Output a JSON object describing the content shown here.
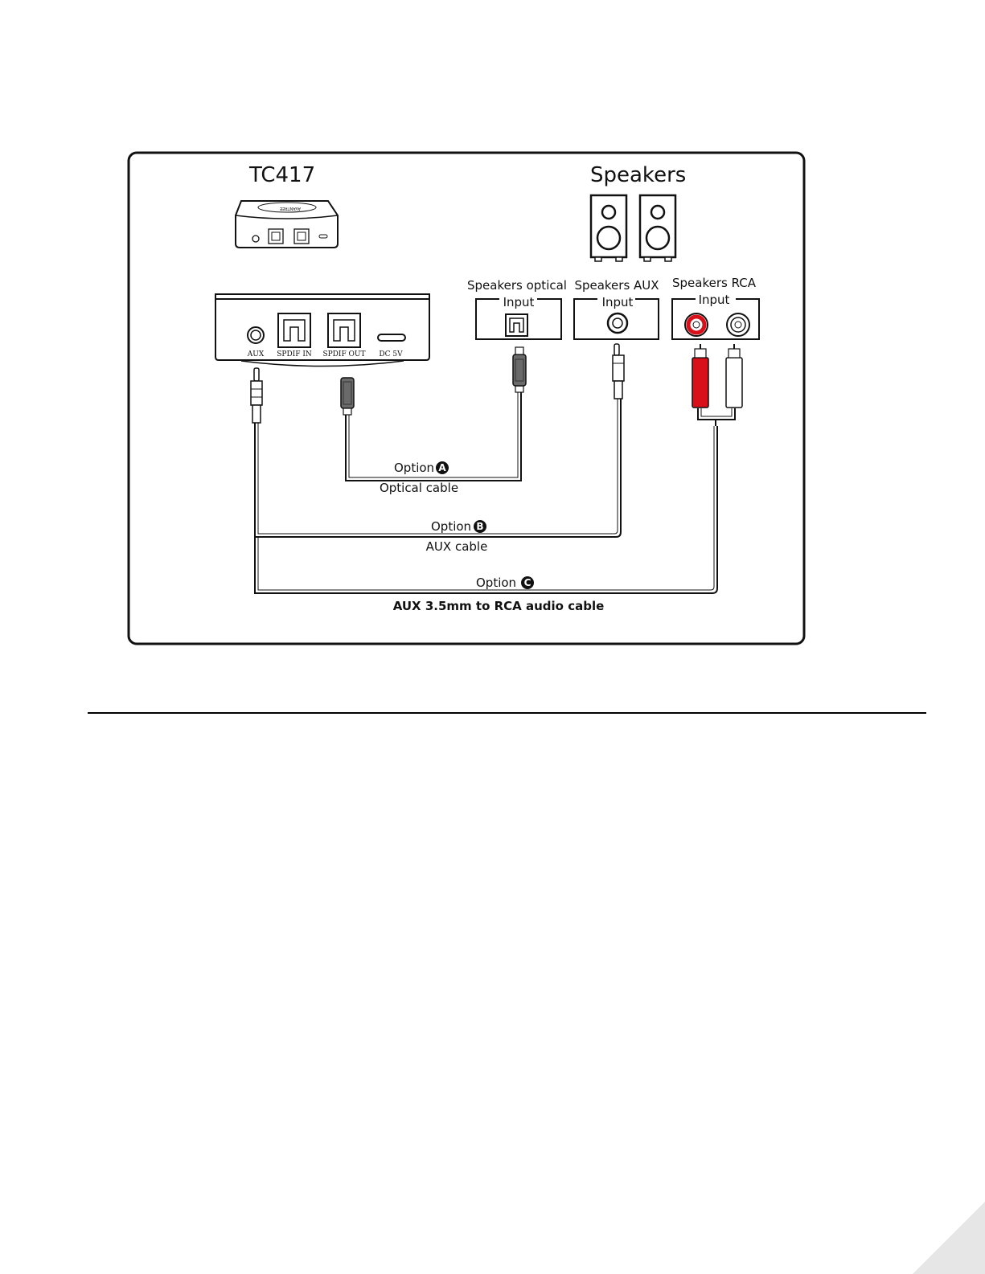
{
  "device": {
    "name": "TC417",
    "brand": "AVANTREE",
    "ports": {
      "aux": "AUX",
      "spdif_in": "SPDIF IN",
      "spdif_out": "SPDIF OUT",
      "dc": "DC 5V"
    }
  },
  "speakers": {
    "title": "Speakers",
    "optical_label": "Speakers optical",
    "optical_input": "Input",
    "aux_label": "Speakers AUX",
    "aux_input": "Input",
    "rca_label": "Speakers RCA",
    "rca_input": "Input"
  },
  "options": [
    {
      "word": "Option",
      "letter": "A",
      "cable": "Optical cable"
    },
    {
      "word": "Option",
      "letter": "B",
      "cable": "AUX cable"
    },
    {
      "word": "Option",
      "letter": "C",
      "cable": "AUX 3.5mm to RCA audio cable"
    }
  ],
  "colors": {
    "rca_red": "#d9101a",
    "line": "#111111",
    "plug_gray": "#6a6a6a"
  }
}
